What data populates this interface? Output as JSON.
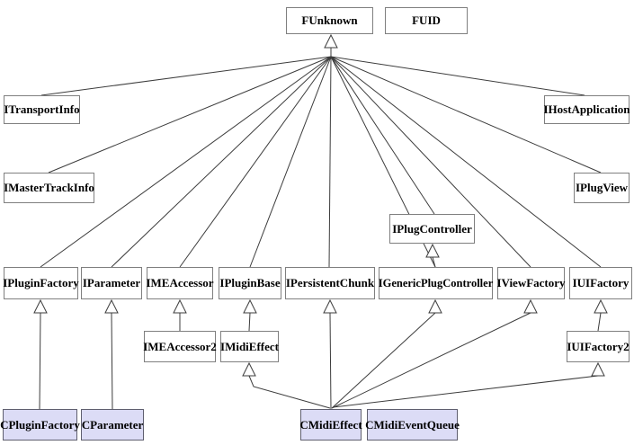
{
  "diagram_type": "class-inheritance-diagram",
  "nodes": {
    "funknown": "FUnknown",
    "fuid": "FUID",
    "itransportinfo": "ITransportInfo",
    "ihostapplication": "IHostApplication",
    "imastertrackinfo": "IMasterTrackInfo",
    "iplugview": "IPlugView",
    "iplugcontroller": "IPlugController",
    "ipluginfactory": "IPluginFactory",
    "iparameter": "IParameter",
    "imeaccessor": "IMEAccessor",
    "ipluginbase": "IPluginBase",
    "ipersistentchunk": "IPersistentChunk",
    "igenericplugcontroller": "IGenericPlugController",
    "iviewfactory": "IViewFactory",
    "iuifactory": "IUIFactory",
    "imeaccessor2": "IMEAccessor2",
    "imidieffect": "IMidiEffect",
    "iuifactory2": "IUIFactory2",
    "cpluginfactory": "CPluginFactory",
    "cparameter": "CParameter",
    "cmidieffect": "CMidiEffect",
    "cmidieventqueue": "CMidiEventQueue"
  },
  "edges": [
    {
      "child": "ITransportInfo",
      "parent": "FUnknown"
    },
    {
      "child": "IHostApplication",
      "parent": "FUnknown"
    },
    {
      "child": "IMasterTrackInfo",
      "parent": "FUnknown"
    },
    {
      "child": "IPlugView",
      "parent": "FUnknown"
    },
    {
      "child": "IPlugController",
      "parent": "FUnknown"
    },
    {
      "child": "IPluginFactory",
      "parent": "FUnknown"
    },
    {
      "child": "IParameter",
      "parent": "FUnknown"
    },
    {
      "child": "IMEAccessor",
      "parent": "FUnknown"
    },
    {
      "child": "IPluginBase",
      "parent": "FUnknown"
    },
    {
      "child": "IPersistentChunk",
      "parent": "FUnknown"
    },
    {
      "child": "IGenericPlugController",
      "parent": "FUnknown"
    },
    {
      "child": "IViewFactory",
      "parent": "FUnknown"
    },
    {
      "child": "IUIFactory",
      "parent": "FUnknown"
    },
    {
      "child": "IGenericPlugController",
      "parent": "IPlugController"
    },
    {
      "child": "CPluginFactory",
      "parent": "IPluginFactory"
    },
    {
      "child": "CParameter",
      "parent": "IParameter"
    },
    {
      "child": "IMEAccessor2",
      "parent": "IMEAccessor"
    },
    {
      "child": "IMidiEffect",
      "parent": "IPluginBase"
    },
    {
      "child": "IUIFactory2",
      "parent": "IUIFactory"
    },
    {
      "child": "CMidiEffect",
      "parent": "IMidiEffect"
    },
    {
      "child": "CMidiEffect",
      "parent": "IPersistentChunk"
    },
    {
      "child": "CMidiEffect",
      "parent": "IGenericPlugController"
    },
    {
      "child": "CMidiEffect",
      "parent": "IViewFactory"
    },
    {
      "child": "CMidiEffect",
      "parent": "IUIFactory2"
    }
  ],
  "colors": {
    "interface_fill": "#ffffff",
    "concrete_fill": "#dcdcf6",
    "border": "#7f7f7f",
    "line": "#3c3c3c",
    "background": "#ffffff"
  }
}
